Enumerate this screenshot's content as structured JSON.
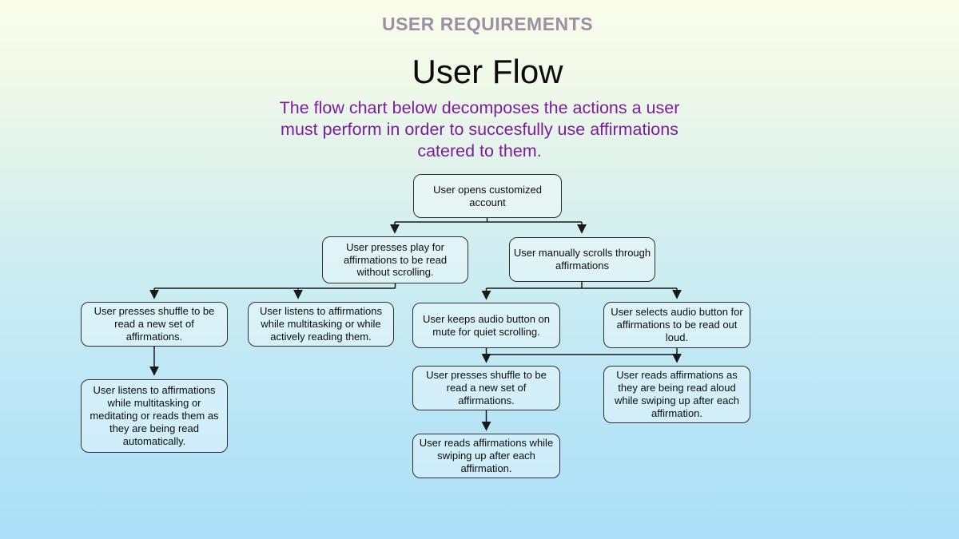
{
  "header": {
    "eyebrow": "USER REQUIREMENTS",
    "title": "User Flow"
  },
  "subtitle": {
    "lines": [
      "The flow chart below decomposes the actions a user",
      "must perform in order to succesfully use affirmations",
      "catered to them."
    ]
  },
  "colors": {
    "eyebrow_text": "#9c90a6",
    "subtitle_text": "#7d1d9e",
    "background_top": "#fbfdea",
    "background_bottom": "#abdff8",
    "node_border": "#2f2f2f",
    "connector": "#1a1a1a"
  },
  "flowchart": {
    "nodes": [
      {
        "id": "open-account",
        "text": "User opens customized\naccount"
      },
      {
        "id": "press-play",
        "text": "User presses play for\naffirmations to be read\nwithout scrolling."
      },
      {
        "id": "manual-scroll",
        "text": "User manually scrolls through\naffirmations"
      },
      {
        "id": "shuffle-left",
        "text": "User presses shuffle to be\nread a new set of\naffirmations."
      },
      {
        "id": "listen-multitask",
        "text": "User listens to affirmations\nwhile multitasking or while\nactively reading them."
      },
      {
        "id": "mute-scroll",
        "text": "User keeps audio button on\nmute for quiet scrolling."
      },
      {
        "id": "select-audio",
        "text": "User selects audio button for\naffirmations to be read out\nloud."
      },
      {
        "id": "listen-auto",
        "text": "User listens to affirmations\nwhile multitasking or\nmeditating or reads them as\nthey are being read\nautomatically."
      },
      {
        "id": "shuffle-right",
        "text": "User presses shuffle to be\nread a new set of\naffirmations."
      },
      {
        "id": "read-aloud-swipe",
        "text": "User reads affirmations as\nthey are being read aloud\nwhile swiping up after each\naffirmation."
      },
      {
        "id": "read-swipe",
        "text": "User reads affirmations while\nswiping up after each\naffirmation."
      }
    ],
    "edges": [
      {
        "from": "open-account",
        "to": "press-play"
      },
      {
        "from": "open-account",
        "to": "manual-scroll"
      },
      {
        "from": "press-play",
        "to": "shuffle-left"
      },
      {
        "from": "press-play",
        "to": "listen-multitask"
      },
      {
        "from": "manual-scroll",
        "to": "mute-scroll"
      },
      {
        "from": "manual-scroll",
        "to": "select-audio"
      },
      {
        "from": "shuffle-left",
        "to": "listen-auto"
      },
      {
        "from": "mute-scroll",
        "to": "shuffle-right"
      },
      {
        "from": "select-audio",
        "to": "read-aloud-swipe"
      },
      {
        "from": "shuffle-right",
        "to": "read-swipe"
      }
    ]
  }
}
